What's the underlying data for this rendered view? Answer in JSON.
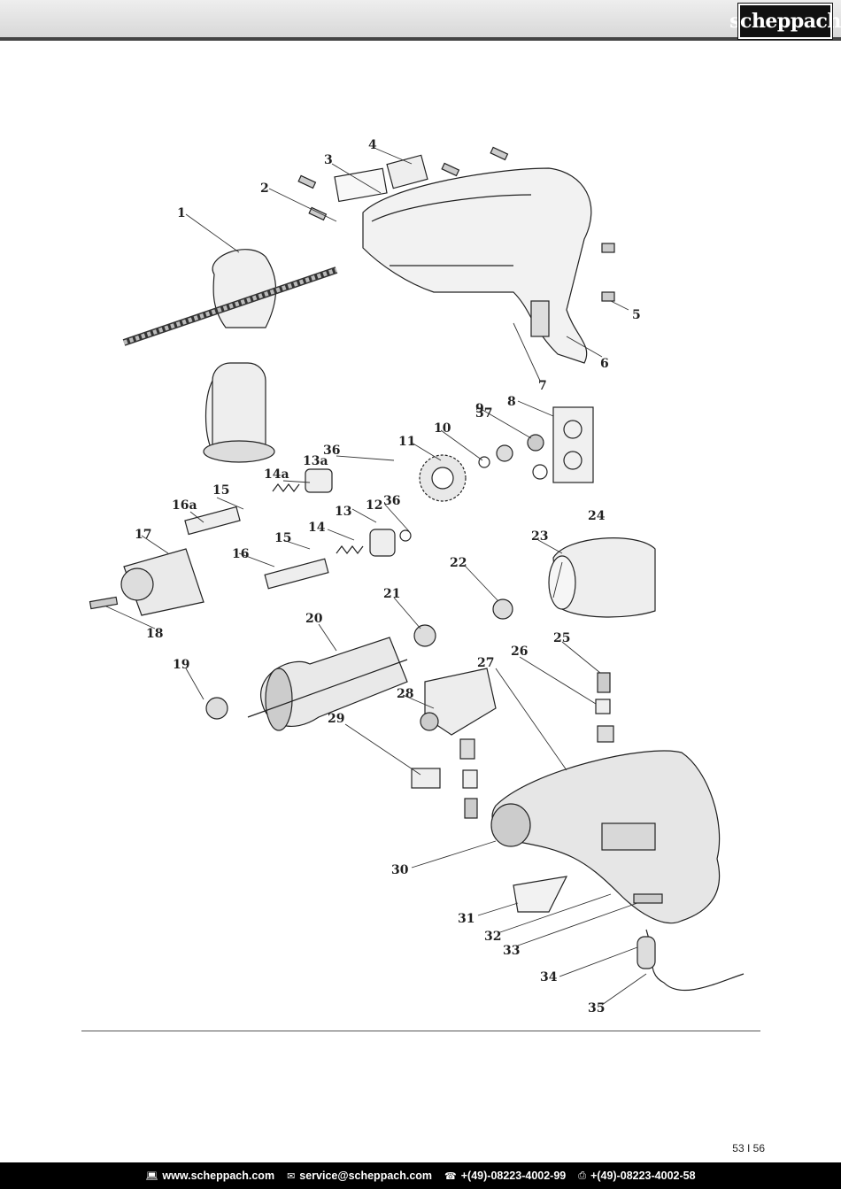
{
  "header": {
    "brand": "scheppach"
  },
  "diagram": {
    "part_labels": [
      "1",
      "2",
      "3",
      "4",
      "5",
      "6",
      "7",
      "8",
      "9",
      "10",
      "11",
      "12",
      "13",
      "13a",
      "14",
      "14a",
      "15",
      "15",
      "16",
      "16a",
      "17",
      "18",
      "19",
      "20",
      "21",
      "22",
      "23",
      "24",
      "25",
      "26",
      "27",
      "28",
      "29",
      "30",
      "31",
      "32",
      "33",
      "34",
      "35",
      "36",
      "36",
      "37"
    ]
  },
  "page": {
    "number": "53 I 56"
  },
  "footer": {
    "web": "www.scheppach.com",
    "email": "service@scheppach.com",
    "phone": "+(49)-08223-4002-99",
    "fax": "+(49)-08223-4002-58"
  }
}
